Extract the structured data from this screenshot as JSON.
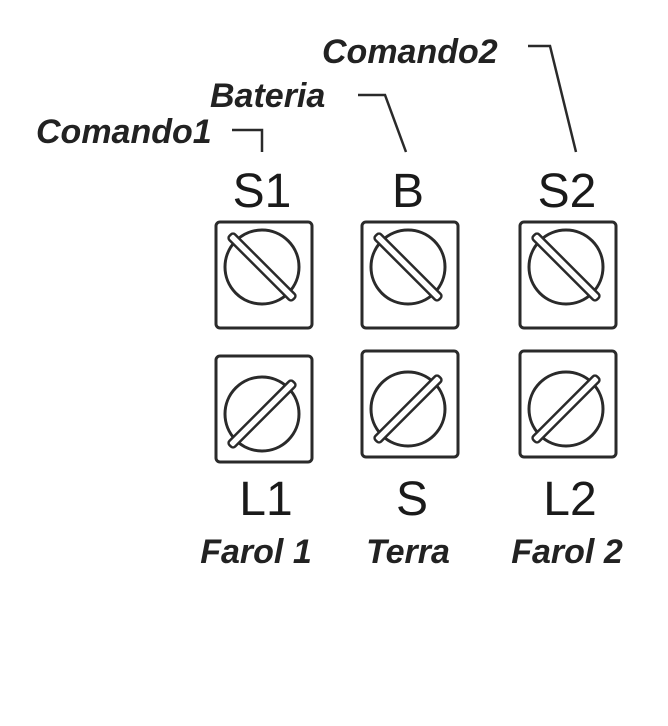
{
  "callouts": {
    "comando2": "Comando2",
    "bateria": "Bateria",
    "comando1": "Comando1"
  },
  "terminals_top": [
    {
      "id": "S1"
    },
    {
      "id": "B"
    },
    {
      "id": "S2"
    }
  ],
  "terminals_bottom": [
    {
      "id": "L1",
      "function": "Farol 1"
    },
    {
      "id": "S",
      "function": "Terra"
    },
    {
      "id": "L2",
      "function": "Farol 2"
    }
  ]
}
